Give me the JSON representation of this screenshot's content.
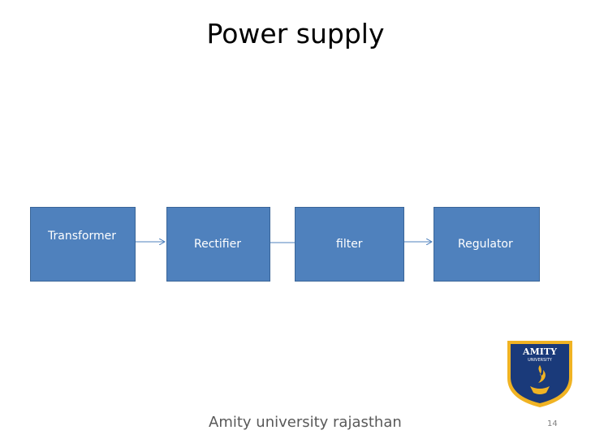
{
  "slide": {
    "title": "Power supply",
    "footer": "Amity university rajasthan",
    "page_number": "14"
  },
  "diagram": {
    "blocks": [
      {
        "label": "Transformer"
      },
      {
        "label": "Rectifier"
      },
      {
        "label": "filter"
      },
      {
        "label": "Regulator"
      }
    ]
  },
  "logo": {
    "text_top": "AMITY",
    "text_bottom": "UNIVERSITY"
  },
  "colors": {
    "block_fill": "#4f81bd",
    "block_border": "#3a6598",
    "connector": "#4f81bd",
    "logo_blue": "#1a3a7a",
    "logo_gold": "#f0b323"
  }
}
